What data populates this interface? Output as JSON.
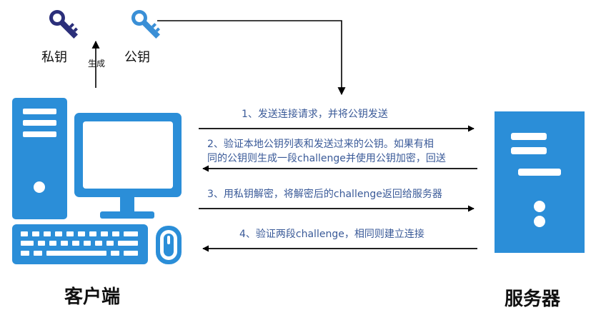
{
  "keys": {
    "private_label": "私钥",
    "public_label": "公钥",
    "generate_label": "生成"
  },
  "steps": {
    "step1": "1、发送连接请求，并将公钥发送",
    "step2_line1": "2、验证本地公钥列表和发送过来的公钥。如果有相",
    "step2_line2": "同的公钥则生成一段challenge并使用公钥加密，回送",
    "step3": "3、用私钥解密，将解密后的challenge返回给服务器",
    "step4": "4、验证两段challenge，相同则建立连接"
  },
  "actors": {
    "client": "客户端",
    "server": "服务器"
  },
  "colors": {
    "private_key": "#2b2f7a",
    "public_key": "#3a8fd6",
    "device_blue": "#2b8ed8",
    "step_text": "#3a5a98",
    "line": "#000000"
  },
  "icons": [
    "private-key-icon",
    "public-key-icon",
    "computer-icon",
    "server-icon"
  ]
}
